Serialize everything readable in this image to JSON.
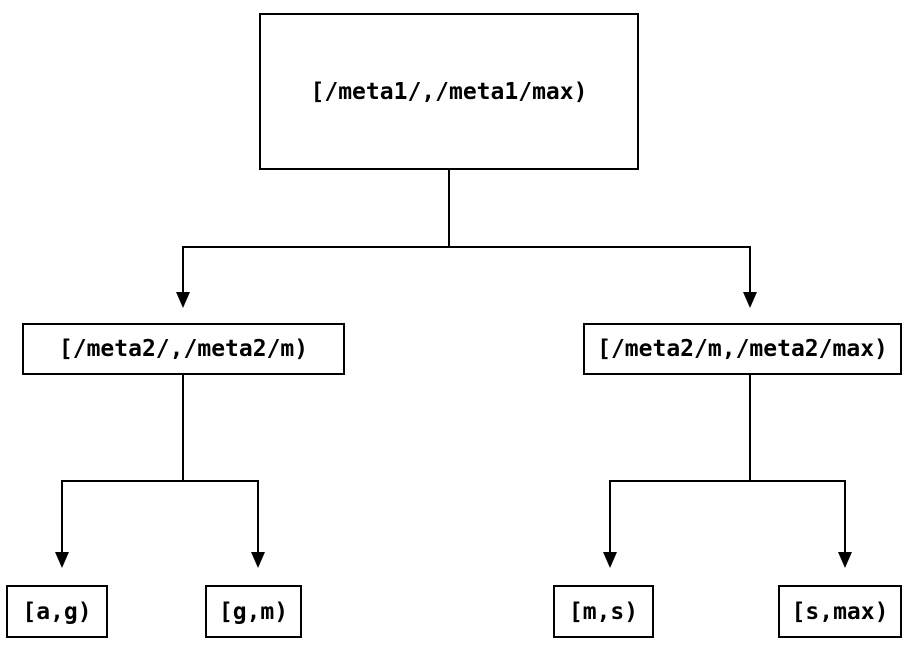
{
  "diagram": {
    "type": "tree",
    "background_color": "#ffffff",
    "line_color": "#000000",
    "text_color": "#000000",
    "root": {
      "label": "[/meta1/,/meta1/max)"
    },
    "level2": [
      {
        "label": "[/meta2/,/meta2/m)"
      },
      {
        "label": "[/meta2/m,/meta2/max)"
      }
    ],
    "leaves": [
      {
        "label": "[a,g)"
      },
      {
        "label": "[g,m)"
      },
      {
        "label": "[m,s)"
      },
      {
        "label": "[s,max)"
      }
    ]
  }
}
